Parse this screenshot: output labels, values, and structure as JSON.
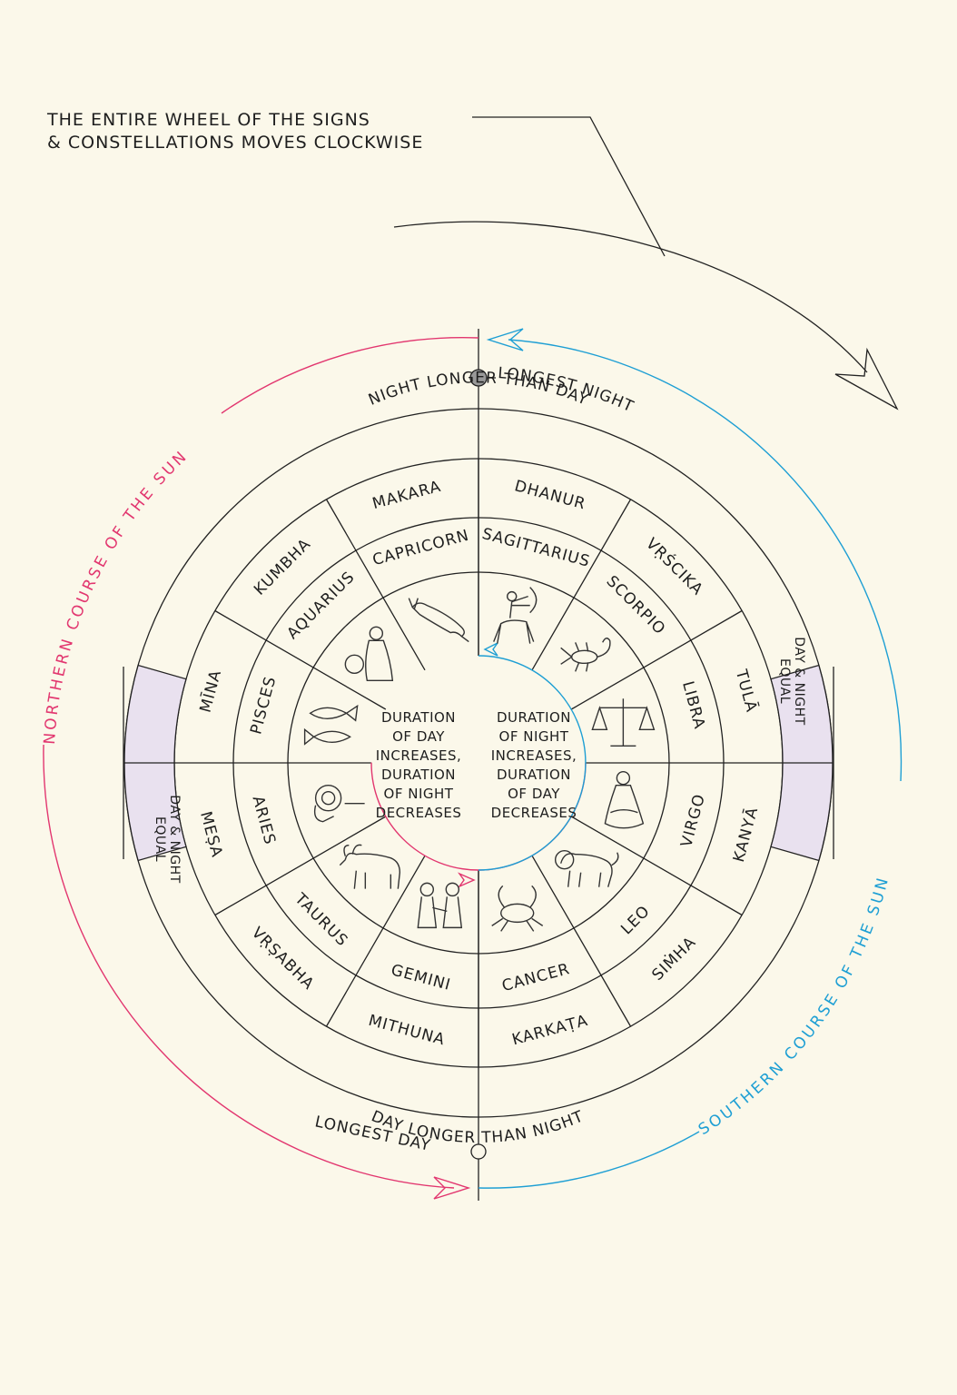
{
  "note": {
    "line1": "THE ENTIRE WHEEL OF THE SIGNS",
    "line2": "& CONSTELLATIONS MOVES CLOCKWISE"
  },
  "labels": {
    "longest_night": "LONGEST NIGHT",
    "longest_day": "LONGEST DAY",
    "night_longer": "NIGHT LONGER THAN DAY",
    "day_longer": "DAY LONGER THAN NIGHT",
    "northern_course": "NORTHERN COURSE OF THE SUN",
    "southern_course": "SOUTHERN COURSE OF THE SUN",
    "equal_line1": "DAY & NIGHT",
    "equal_line2": "EQUAL"
  },
  "center": {
    "left": [
      "DURATION",
      "OF DAY",
      "INCREASES,",
      "DURATION",
      "OF NIGHT",
      "DECREASES"
    ],
    "right": [
      "DURATION",
      "OF NIGHT",
      "INCREASES,",
      "DURATION",
      "OF DAY",
      "DECREASES"
    ]
  },
  "signs": [
    {
      "sanskrit": "DHANUR",
      "english": "SAGITTARIUS",
      "icon": "archer-icon"
    },
    {
      "sanskrit": "VṚŚCIKA",
      "english": "SCORPIO",
      "icon": "scorpion-icon"
    },
    {
      "sanskrit": "TULĀ",
      "english": "LIBRA",
      "icon": "scales-icon"
    },
    {
      "sanskrit": "KANYĀ",
      "english": "VIRGO",
      "icon": "maiden-icon"
    },
    {
      "sanskrit": "SIṀHA",
      "english": "LEO",
      "icon": "lion-icon"
    },
    {
      "sanskrit": "KARKAṬA",
      "english": "CANCER",
      "icon": "crab-icon"
    },
    {
      "sanskrit": "MITHUNA",
      "english": "GEMINI",
      "icon": "twins-icon"
    },
    {
      "sanskrit": "VṚṢABHA",
      "english": "TAURUS",
      "icon": "bull-icon"
    },
    {
      "sanskrit": "MEṢA",
      "english": "ARIES",
      "icon": "ram-icon"
    },
    {
      "sanskrit": "MĪNA",
      "english": "PISCES",
      "icon": "fish-icon"
    },
    {
      "sanskrit": "KUMBHA",
      "english": "AQUARIUS",
      "icon": "water-bearer-icon"
    },
    {
      "sanskrit": "MAKARA",
      "english": "CAPRICORN",
      "icon": "sea-goat-icon"
    }
  ],
  "colors": {
    "northern": "#e2366f",
    "southern": "#1e9fd4",
    "equal_band": "#e9e1ef"
  }
}
